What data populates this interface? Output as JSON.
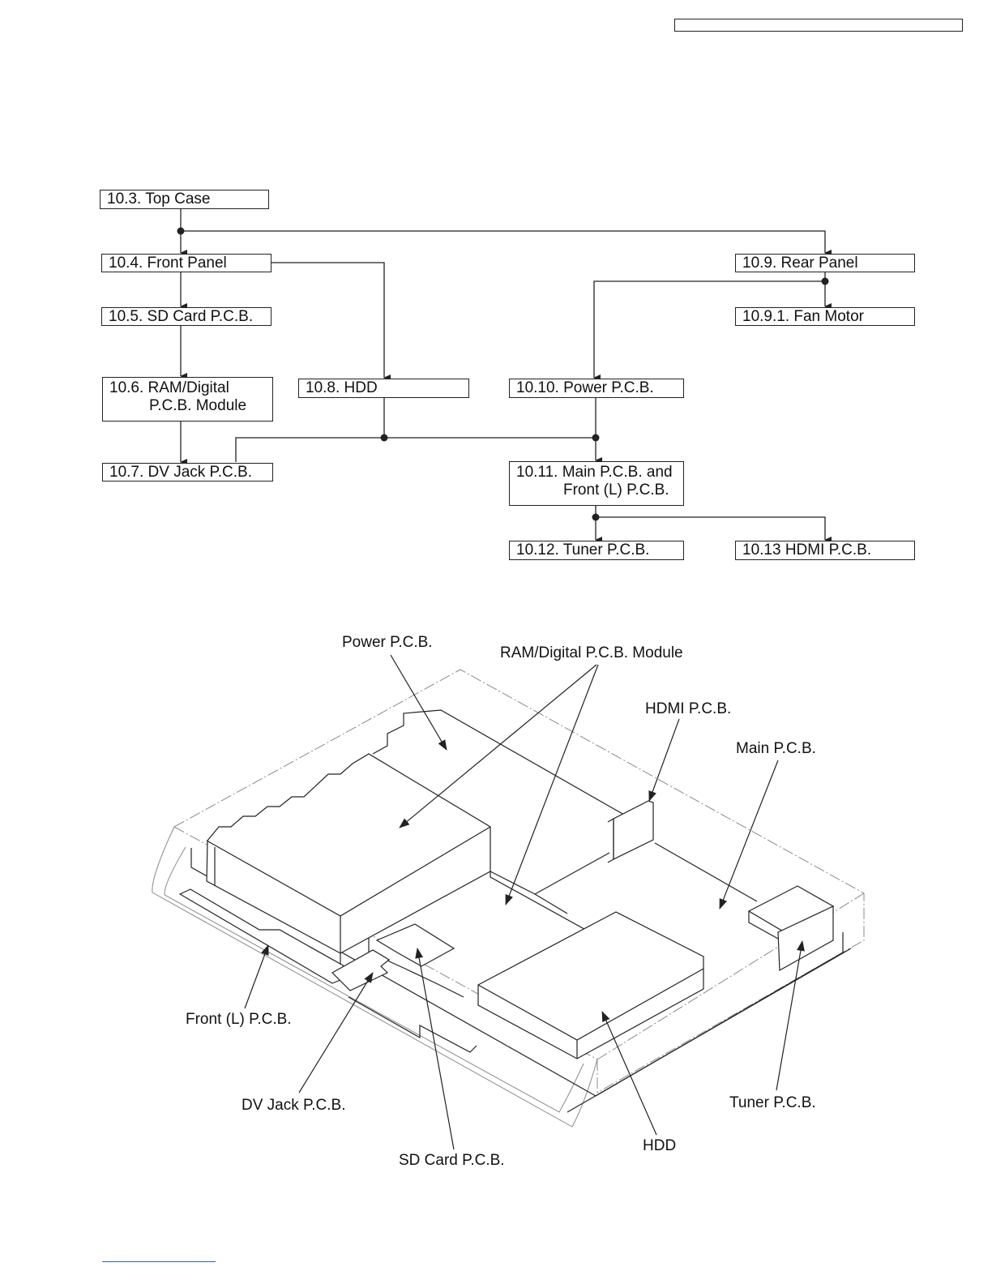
{
  "flowchart": {
    "top_case": "10.3. Top Case",
    "front_panel": "10.4. Front Panel",
    "sd_card_pcb": "10.5. SD Card P.C.B.",
    "ram_digital_line1": "10.6. RAM/Digital",
    "ram_digital_line2": "P.C.B. Module",
    "dv_jack_pcb": "10.7. DV Jack P.C.B.",
    "hdd": "10.8. HDD",
    "rear_panel": "10.9. Rear Panel",
    "fan_motor": "10.9.1. Fan Motor",
    "power_pcb": "10.10. Power P.C.B.",
    "main_pcb_line1": "10.11. Main P.C.B. and",
    "main_pcb_line2": "Front (L) P.C.B.",
    "tuner_pcb": "10.12. Tuner P.C.B.",
    "hdmi_pcb": "10.13 HDMI P.C.B."
  },
  "illustration": {
    "power_pcb": "Power P.C.B.",
    "ram_digital_module": "RAM/Digital P.C.B. Module",
    "hdmi_pcb": "HDMI P.C.B.",
    "main_pcb": "Main P.C.B.",
    "front_l_pcb": "Front (L) P.C.B.",
    "dv_jack_pcb": "DV Jack P.C.B.",
    "sd_card_pcb": "SD Card P.C.B.",
    "hdd": "HDD",
    "tuner_pcb": "Tuner P.C.B."
  }
}
